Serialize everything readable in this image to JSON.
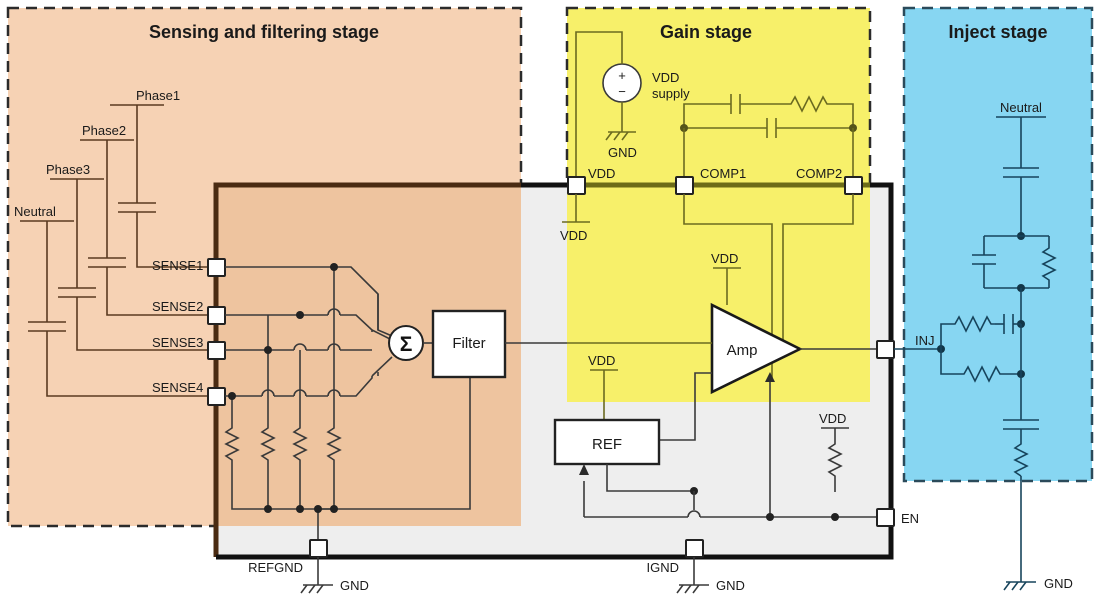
{
  "figure": {
    "title_sensing": "Sensing and filtering stage",
    "title_gain": "Gain stage",
    "title_inject": "Inject stage"
  },
  "colors": {
    "sensing_fill": "#f6d2b4",
    "sensing_chip_fill": "#eec49f",
    "gain_fill": "#f7f06a",
    "inject_fill": "#87d6f2",
    "chip_gray_fill": "#eeeeee",
    "sensing_border": "#2b2b2b",
    "gain_border": "#2b2b2b",
    "inject_border": "#2b4a5a",
    "chip_outline_sensing": "#4a2b12",
    "chip_outline_gain": "#6d6c17",
    "chip_outline_black": "#111111"
  },
  "sensing": {
    "sources": [
      {
        "name": "Phase1",
        "label": "Phase1"
      },
      {
        "name": "Phase2",
        "label": "Phase2"
      },
      {
        "name": "Phase3",
        "label": "Phase3"
      },
      {
        "name": "Neutral",
        "label": "Neutral"
      }
    ],
    "pins": [
      {
        "name": "SENSE1",
        "label": "SENSE1"
      },
      {
        "name": "SENSE2",
        "label": "SENSE2"
      },
      {
        "name": "SENSE3",
        "label": "SENSE3"
      },
      {
        "name": "SENSE4",
        "label": "SENSE4"
      }
    ],
    "summer_symbol": "Σ",
    "filter_label": "Filter",
    "refgnd_pin": "REFGND",
    "refgnd_ground": "GND",
    "resistor_count": 4
  },
  "gain": {
    "supply_label_line1": "VDD",
    "supply_label_line2": "supply",
    "supply_plus": "+",
    "supply_minus": "−",
    "supply_ground": "GND",
    "pins": [
      {
        "name": "VDD",
        "label": "VDD"
      },
      {
        "name": "COMP1",
        "label": "COMP1"
      },
      {
        "name": "COMP2",
        "label": "COMP2"
      }
    ],
    "vdd_rail_label": "VDD",
    "amp_label": "Amp",
    "amp_vdd_label": "VDD",
    "ref_label": "REF",
    "ref_vdd_label": "VDD",
    "en_vdd_label": "VDD",
    "en_pin": "EN",
    "ignd_pin": "IGND",
    "ignd_ground": "GND"
  },
  "inject": {
    "source_label": "Neutral",
    "inj_pin": "INJ",
    "ground": "GND"
  }
}
